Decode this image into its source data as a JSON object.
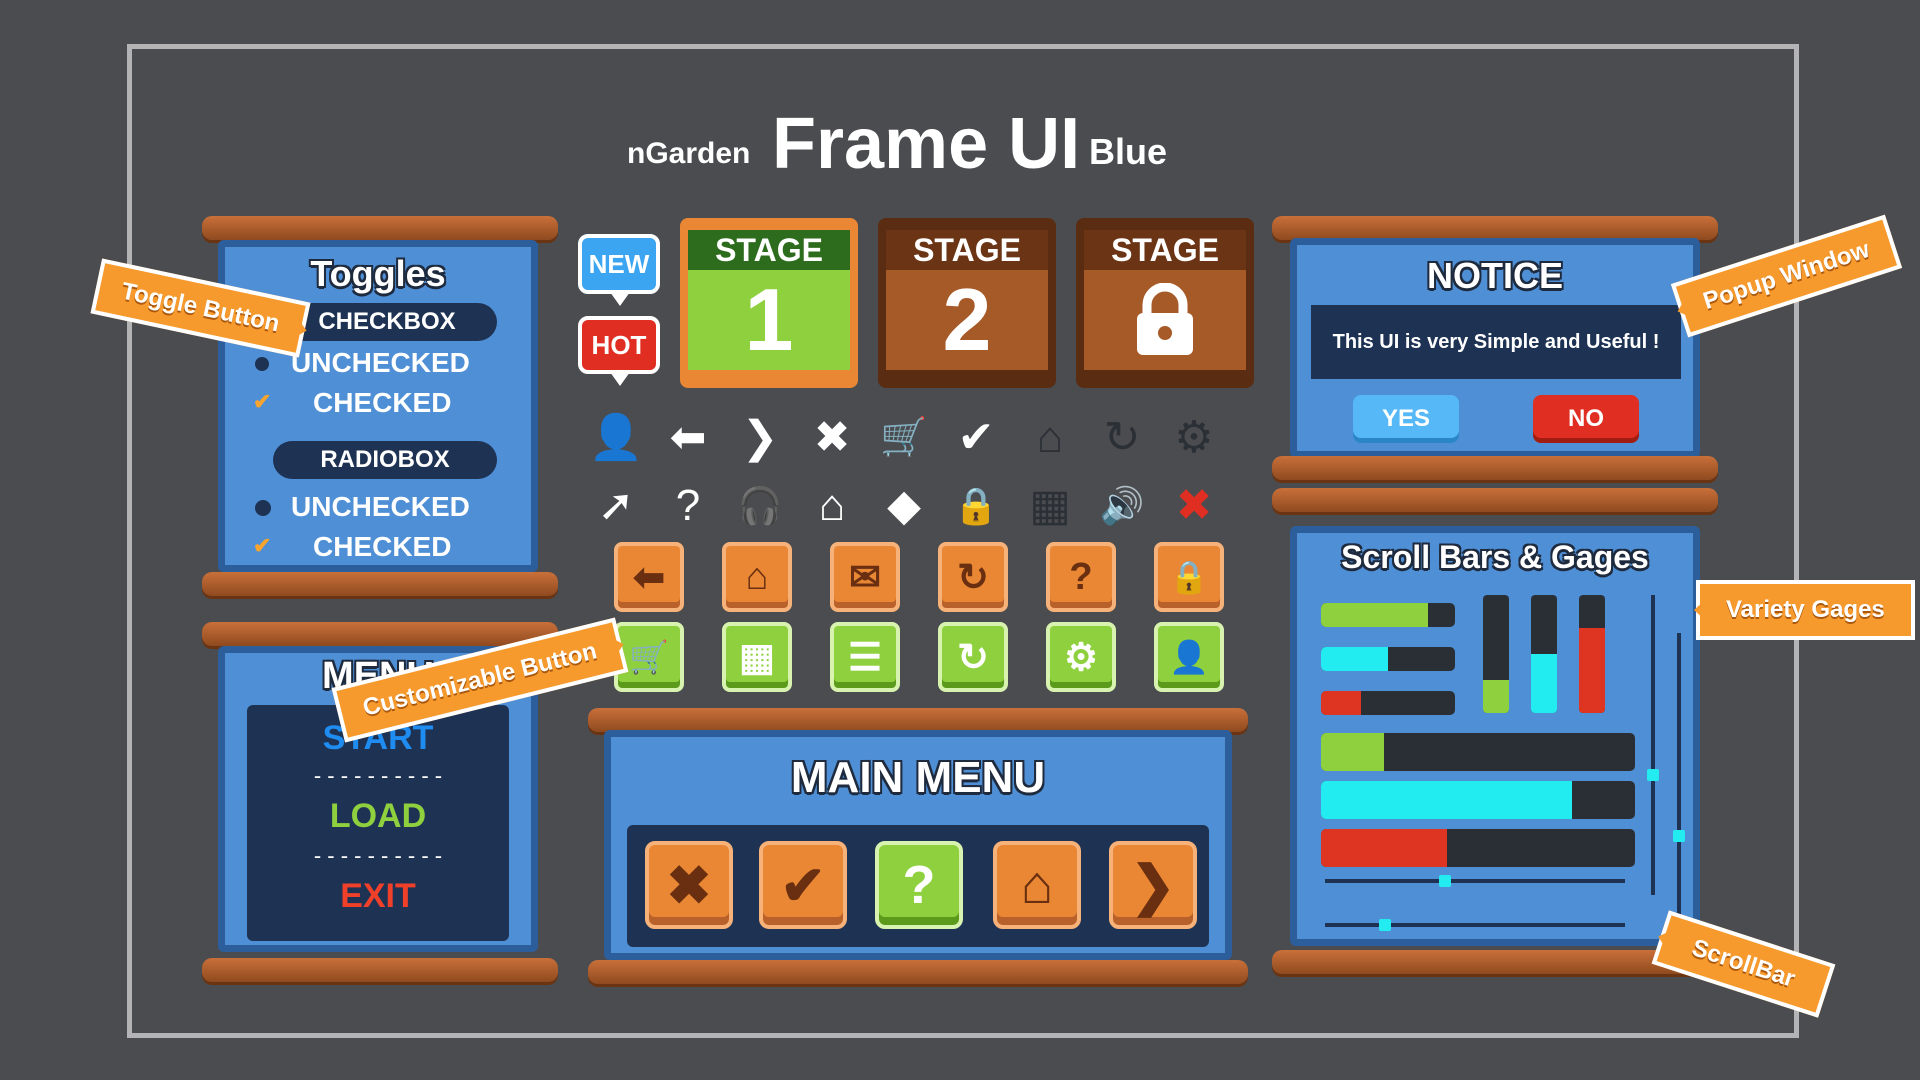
{
  "header": {
    "brand": "nGarden",
    "title": "Frame UI",
    "variant": "Blue"
  },
  "toggles": {
    "title": "Toggles",
    "checkbox_header": "CHECKBOX",
    "checkbox_unchecked": "UNCHECKED",
    "checkbox_checked": "CHECKED",
    "radio_header": "RADIOBOX",
    "radio_unchecked": "UNCHECKED",
    "radio_checked": "CHECKED"
  },
  "menu": {
    "title": "MENU",
    "start": "START",
    "load": "LOAD",
    "exit": "EXIT",
    "divider": "- - - - - - - - - -"
  },
  "badges": {
    "new": "NEW",
    "hot": "HOT"
  },
  "stages": [
    {
      "label": "STAGE",
      "value": "1",
      "state": "current"
    },
    {
      "label": "STAGE",
      "value": "2",
      "state": "open"
    },
    {
      "label": "STAGE",
      "value": "",
      "state": "locked",
      "icon": "lock-icon"
    }
  ],
  "icons_row1": [
    "add-user-icon",
    "arrow-left-icon",
    "chevron-right-icon",
    "close-icon",
    "cart-icon",
    "check-icon",
    "home-icon",
    "refresh-icon",
    "gear-icon"
  ],
  "icons_row2": [
    "external-link-icon",
    "question-icon",
    "headphones-icon",
    "home-icon",
    "warning-icon",
    "lock-icon",
    "grid-icon",
    "speaker-icon",
    "mute-icon"
  ],
  "orange_buttons": [
    "arrow-left-icon",
    "home-icon",
    "mail-icon",
    "refresh-icon",
    "question-icon",
    "lock-icon"
  ],
  "green_buttons": [
    "cart-icon",
    "grid-icon",
    "list-icon",
    "refresh-icon",
    "gear-icon",
    "add-user-icon"
  ],
  "main_menu": {
    "title": "MAIN MENU",
    "buttons": [
      "close-icon",
      "check-icon",
      "question-icon",
      "home-icon",
      "chevron-right-icon"
    ]
  },
  "notice": {
    "title": "NOTICE",
    "message": "This UI is very Simple and Useful !",
    "yes": "YES",
    "no": "NO"
  },
  "gages": {
    "title": "Scroll Bars & Gages",
    "short_bars": [
      {
        "color": "#8ed03e",
        "value": 0.8
      },
      {
        "color": "#23ecf0",
        "value": 0.5
      },
      {
        "color": "#dd3522",
        "value": 0.3
      }
    ],
    "vertical_bars": [
      {
        "color": "#8ed03e",
        "value": 0.28
      },
      {
        "color": "#23ecf0",
        "value": 0.5
      },
      {
        "color": "#dd3522",
        "value": 0.72
      }
    ],
    "long_bars": [
      {
        "color": "#8ed03e",
        "value": 0.2
      },
      {
        "color": "#23ecf0",
        "value": 0.8
      },
      {
        "color": "#dd3522",
        "value": 0.4
      }
    ],
    "h_scroll_1": 0.4,
    "h_scroll_2": 0.2,
    "v_scroll_1": 0.6,
    "v_scroll_2": 0.7
  },
  "callouts": {
    "toggle": "Toggle Button",
    "custom": "Customizable Button",
    "popup": "Popup Window",
    "variety": "Variety Gages",
    "scroll": "ScrollBar"
  },
  "colors": {
    "accent_orange": "#f79a2e",
    "panel_blue": "#4f8fd6",
    "green": "#8ed03e",
    "red": "#dd3522",
    "cyan": "#23ecf0"
  }
}
